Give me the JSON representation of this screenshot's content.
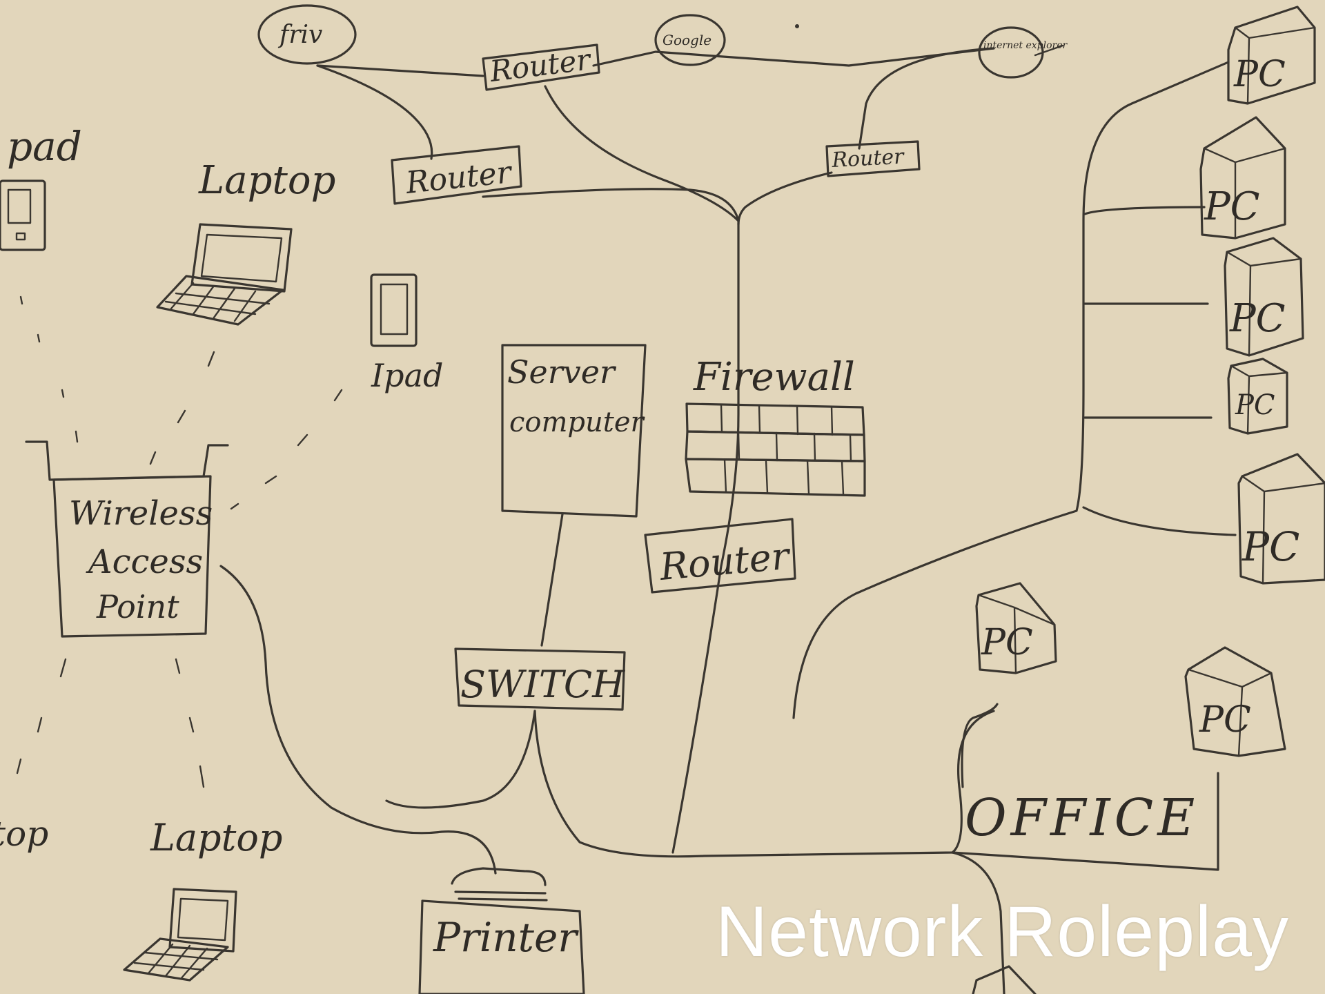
{
  "caption": "Network Roleplay",
  "palette": {
    "paper": "#e2d6bb",
    "ink": "#3a3630",
    "caption": "#ffffff"
  },
  "labels": {
    "friv": "friv",
    "google": "Google",
    "internet_explorer": "internet explorer",
    "router": "Router",
    "switch": "SWITCH",
    "printer": "Printer",
    "server": "Server",
    "computer": "computer",
    "firewall": "Firewall",
    "wireless": "Wireless",
    "access": "Access",
    "point": "Point",
    "laptop": "Laptop",
    "ipad_short": "pad",
    "ipad": "Ipad",
    "pc": "PC",
    "office": "OFFICE",
    "top_partial": "top"
  }
}
